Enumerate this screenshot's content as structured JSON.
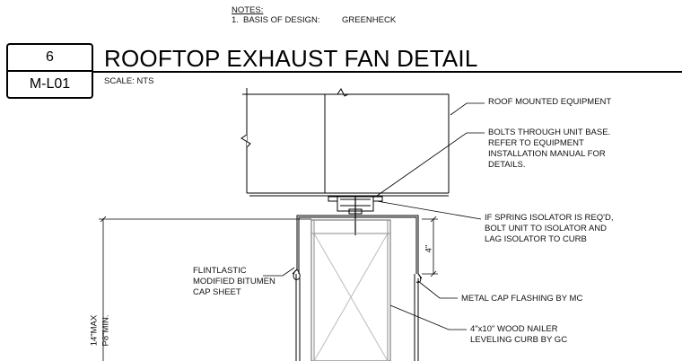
{
  "notes": {
    "heading": "NOTES:",
    "item_number": "1.",
    "item_label": "BASIS OF DESIGN:",
    "item_value": "GREENHECK"
  },
  "detail": {
    "number": "6",
    "sheet": "M-L01",
    "title": "ROOFTOP EXHAUST FAN DETAIL",
    "scale": "SCALE:  NTS"
  },
  "callouts": {
    "roof_equipment": "ROOF MOUNTED EQUIPMENT",
    "bolts": "BOLTS THROUGH UNIT BASE.\nREFER TO EQUIPMENT\nINSTALLATION MANUAL FOR\nDETAILS.",
    "spring_isolator": "IF SPRING ISOLATOR IS REQ'D,\nBOLT UNIT TO ISOLATOR AND\nLAG ISOLATOR TO CURB",
    "flintlastic": "FLINTLASTIC\nMODIFIED BITUMEN\nCAP SHEET",
    "metal_cap": "METAL CAP FLASHING BY MC",
    "wood_nailer": "4\"x10\" WOOD NAILER\nLEVELING CURB BY GC"
  },
  "dimensions": {
    "flashing_height": "4\"",
    "curb_height_max": "14\"MAX",
    "curb_height_min": "P8\"MIN."
  }
}
